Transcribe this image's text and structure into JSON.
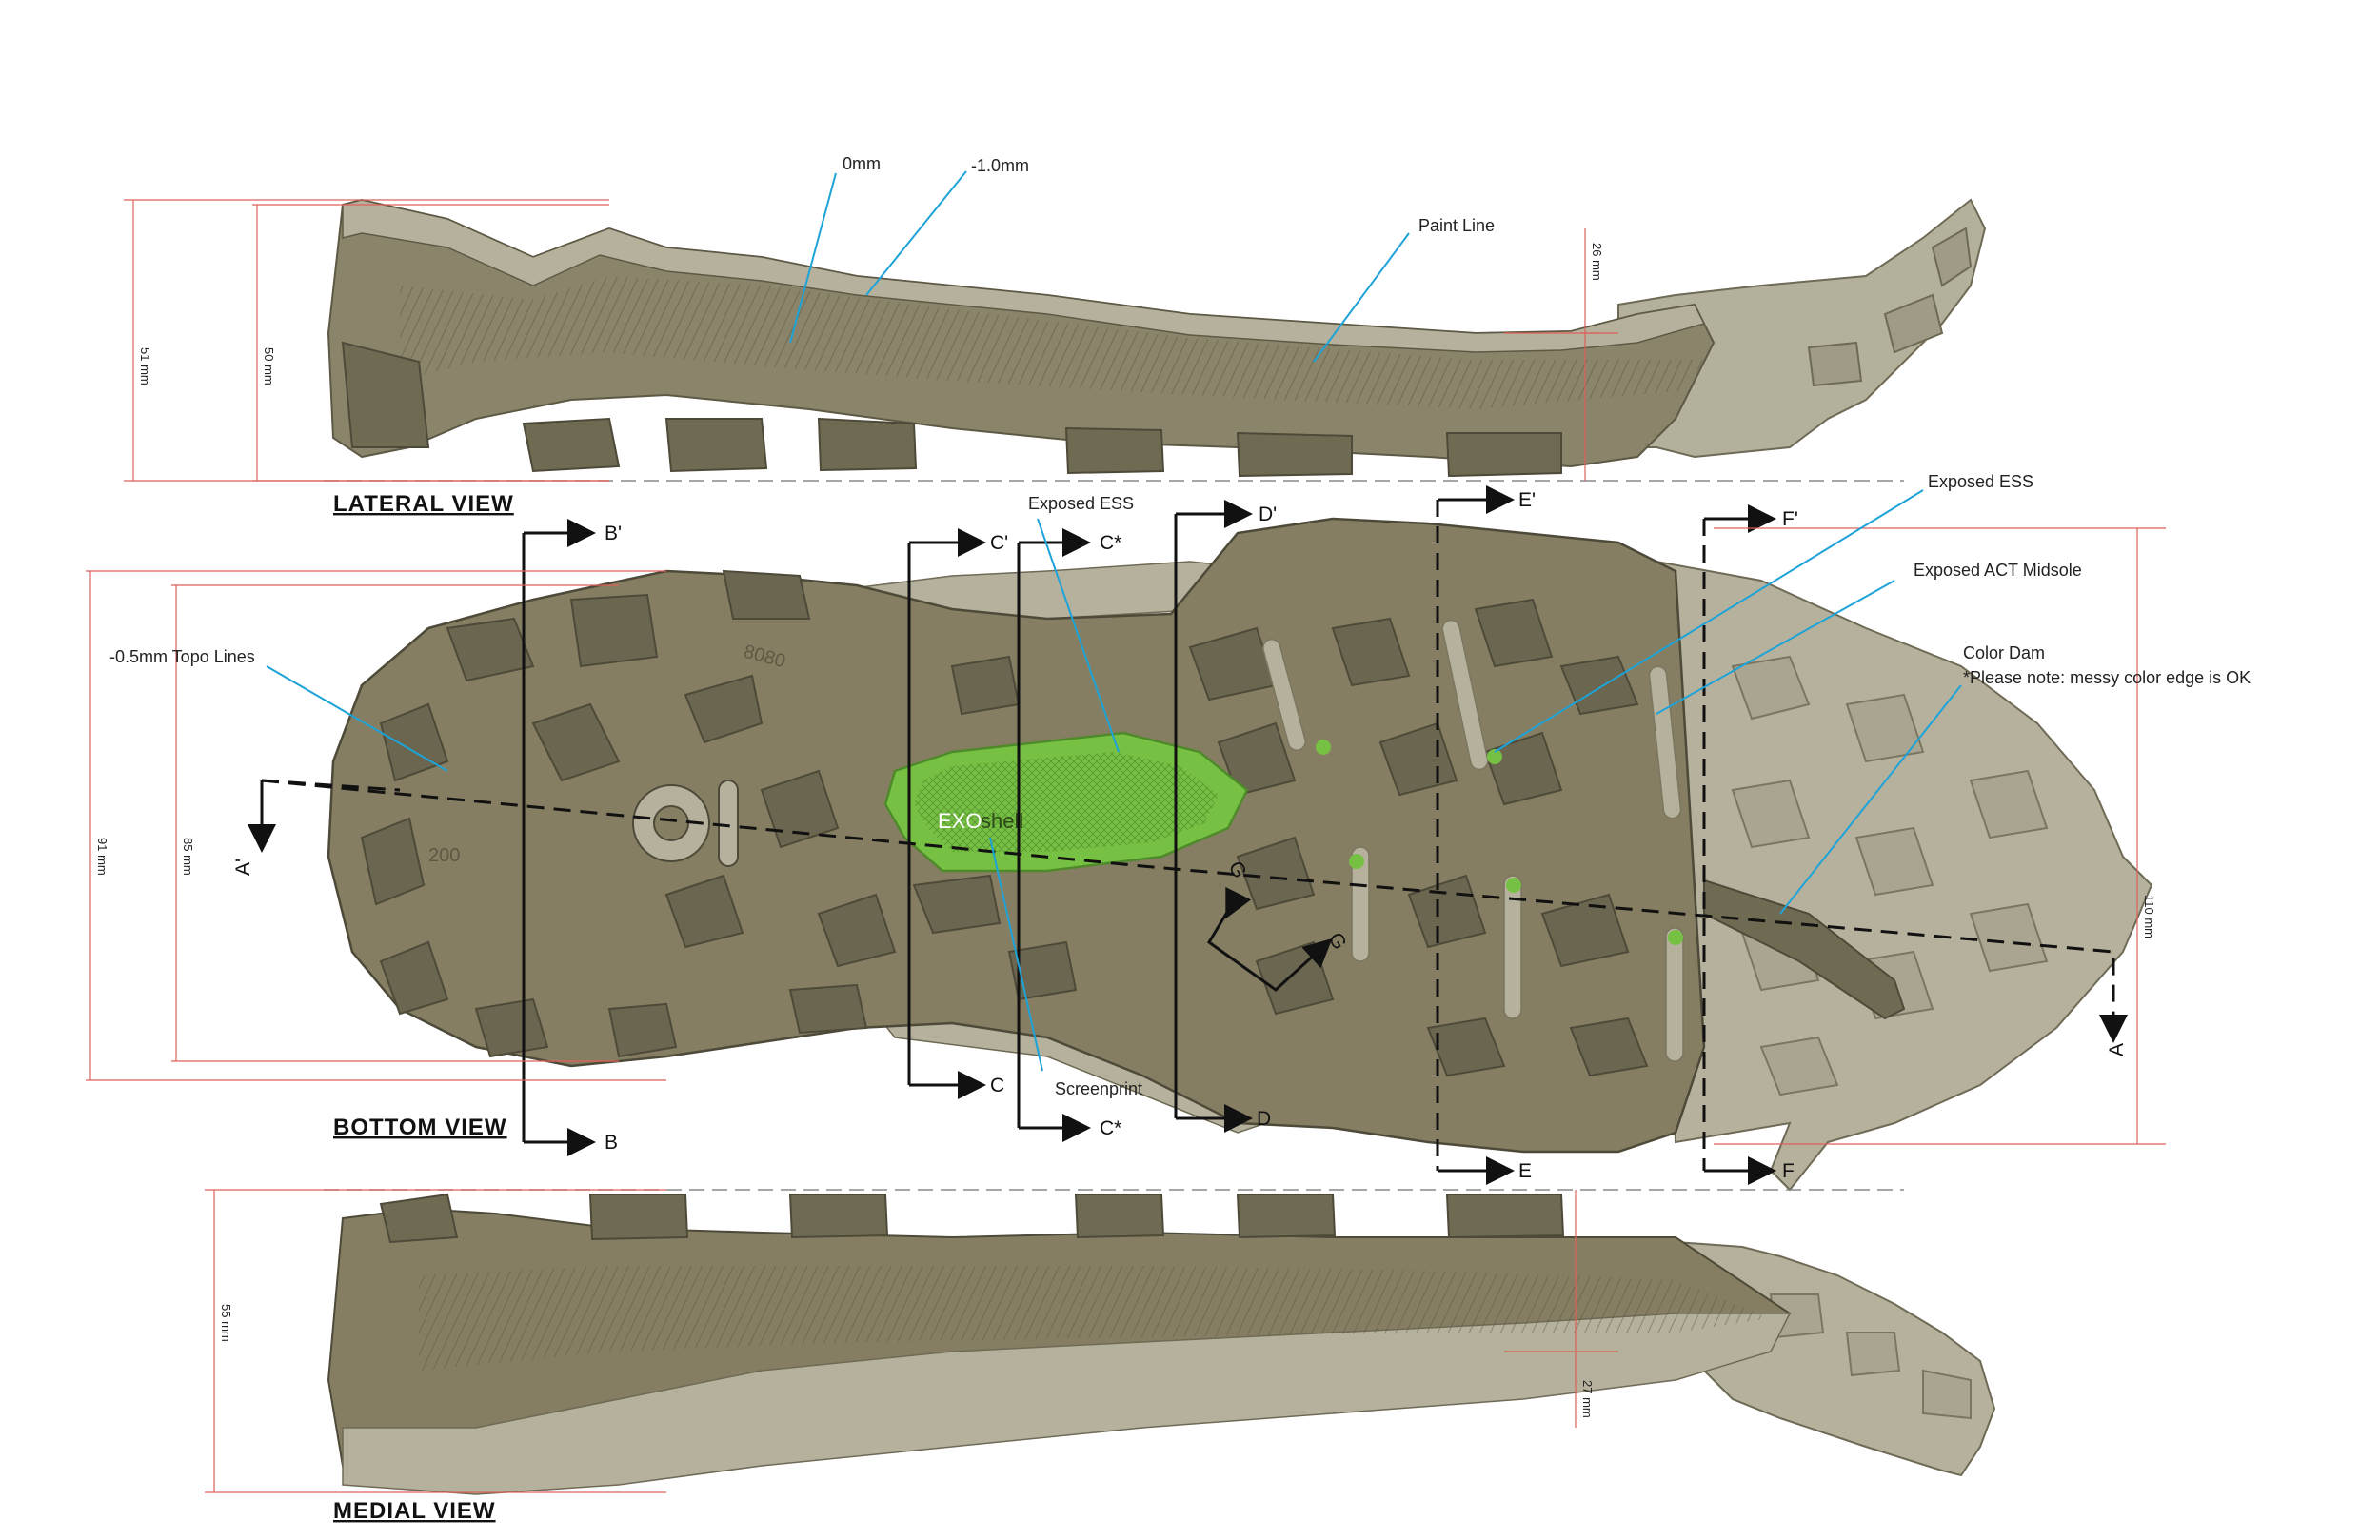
{
  "views": {
    "lateral": "LATERAL VIEW",
    "bottom": "BOTTOM VIEW",
    "medial": "MEDIAL VIEW"
  },
  "callouts": {
    "zero_mm": "0mm",
    "minus_one_mm": "-1.0mm",
    "paint_line": "Paint Line",
    "exposed_ess_left": "Exposed ESS",
    "exposed_ess_right": "Exposed ESS",
    "exposed_act": "Exposed ACT Midsole",
    "color_dam": "Color Dam",
    "color_dam_note": "*Please note: messy color edge is OK",
    "topo_lines": "-0.5mm Topo Lines",
    "screenprint": "Screenprint"
  },
  "dimensions": {
    "lat_51": "51 mm",
    "lat_50": "50 mm",
    "lat_26": "26 mm",
    "bot_91": "91 mm",
    "bot_85": "85 mm",
    "bot_110": "110 mm",
    "med_55": "55 mm",
    "med_27": "27 mm"
  },
  "sections": {
    "A": "A",
    "A_prime": "A'",
    "B": "B",
    "B_prime": "B'",
    "C": "C",
    "C_prime": "C'",
    "C_star": "C*",
    "C_star2": "C*",
    "D": "D",
    "D_prime": "D'",
    "E": "E",
    "E_prime": "E'",
    "F": "F",
    "F_prime": "F'",
    "G": "G",
    "G_prime": "G"
  },
  "artwork": {
    "brand_text_exo": "EXO",
    "brand_text_shell": "shell",
    "sole_number_top": "8080",
    "sole_number_bottom": "200"
  },
  "colors": {
    "sole_dark": "#6f6a52",
    "sole_mid": "#857e62",
    "sole_light": "#a8a48e",
    "sole_pale": "#c2bfae",
    "ess_green": "#76c043",
    "callout_blue": "#1ea3d8",
    "dim_red": "#e0605a"
  }
}
